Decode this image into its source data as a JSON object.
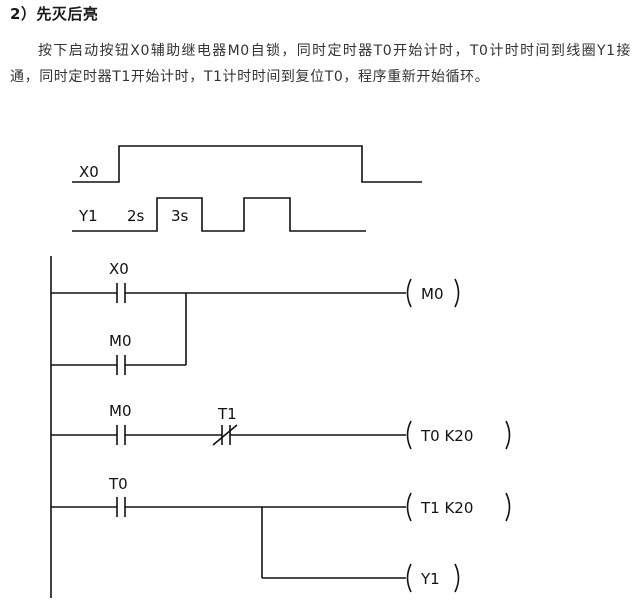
{
  "heading": "2）先灭后亮",
  "paragraph": "按下启动按钮X0辅助继电器M0自锁，同时定时器T0开始计时，T0计时时间到线圈Y1接通，同时定时器T1开始计时，T1计时时间到复位T0，程序重新开始循环。",
  "timing": {
    "x0_label": "X0",
    "y1_label": "Y1",
    "off_time": "2s",
    "on_time": "3s"
  },
  "ladder": {
    "rung1": {
      "contact1": "X0",
      "contact2": "M0",
      "coil": "M0"
    },
    "rung2": {
      "contact1": "M0",
      "contact2": "T1",
      "coil": "T0 K20"
    },
    "rung3": {
      "contact1": "T0",
      "coil1": "T1 K20",
      "coil2": "Y1"
    }
  }
}
